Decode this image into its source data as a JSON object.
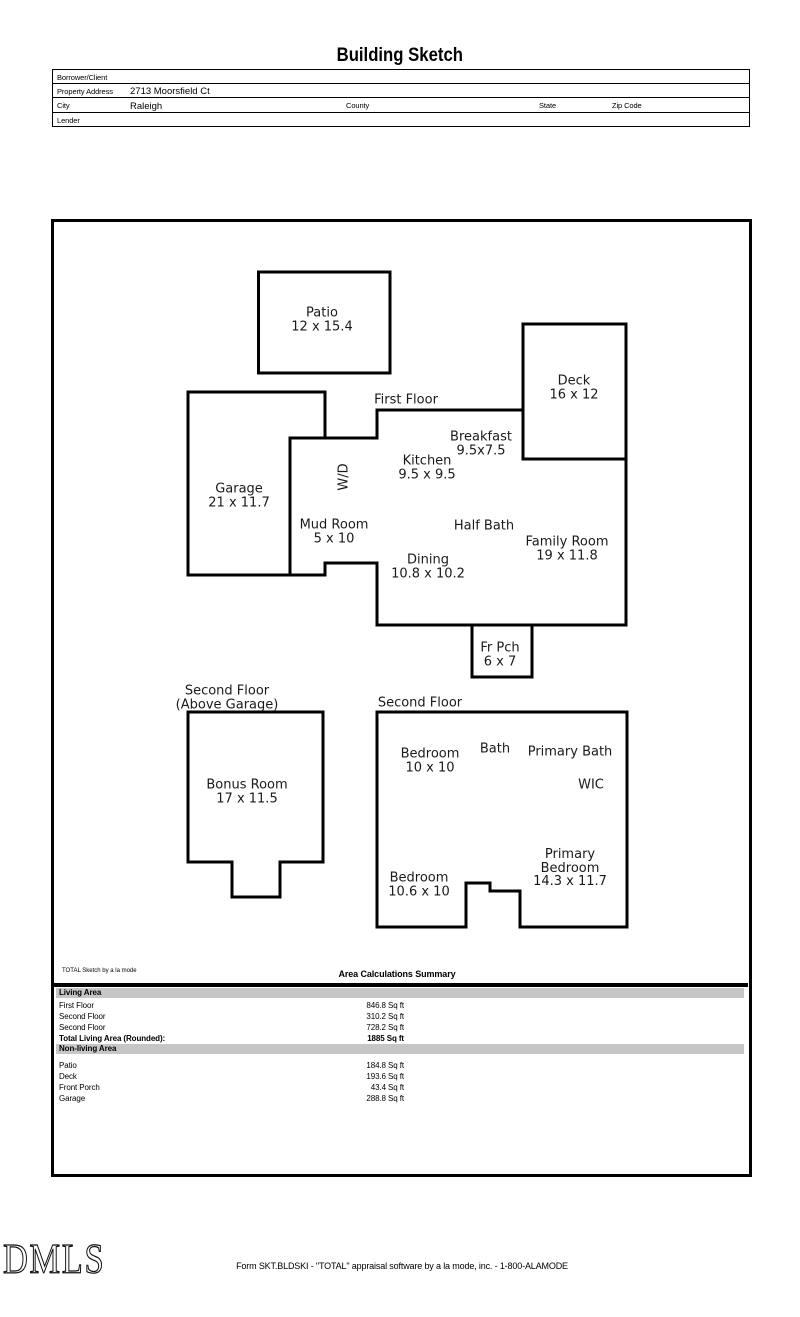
{
  "page": {
    "title": "Building Sketch"
  },
  "form": {
    "borrower_label": "Borrower/Client",
    "property_address_label": "Property Address",
    "property_address_value": "2713 Moorsfield Ct",
    "city_label": "City",
    "city_value": "Raleigh",
    "county_label": "County",
    "state_label": "State",
    "zip_label": "Zip Code",
    "lender_label": "Lender"
  },
  "sketch": {
    "labels": [
      {
        "id": "patio",
        "line1": "Patio",
        "line2": "12 x 15.4"
      },
      {
        "id": "deck",
        "line1": "Deck",
        "line2": "16 x 12"
      },
      {
        "id": "first-floor",
        "line1": "First Floor"
      },
      {
        "id": "garage",
        "line1": "Garage",
        "line2": "21 x 11.7"
      },
      {
        "id": "washer-dryer",
        "line1": "W/D"
      },
      {
        "id": "mud-room",
        "line1": "Mud Room",
        "line2": "5 x 10"
      },
      {
        "id": "kitchen",
        "line1": "Kitchen",
        "line2": "9.5 x 9.5"
      },
      {
        "id": "breakfast",
        "line1": "Breakfast",
        "line2": "9.5x7.5"
      },
      {
        "id": "half-bath",
        "line1": "Half Bath"
      },
      {
        "id": "family-room",
        "line1": "Family Room",
        "line2": "19 x 11.8"
      },
      {
        "id": "dining",
        "line1": "Dining",
        "line2": "10.8 x 10.2"
      },
      {
        "id": "front-porch",
        "line1": "Fr Pch",
        "line2": "6 x 7"
      },
      {
        "id": "second-floor-above-garage",
        "line1": "Second Floor",
        "line2": "(Above Garage)"
      },
      {
        "id": "bonus-room",
        "line1": "Bonus Room",
        "line2": "17 x 11.5"
      },
      {
        "id": "second-floor",
        "line1": "Second Floor"
      },
      {
        "id": "bedroom-1",
        "line1": "Bedroom",
        "line2": "10 x 10"
      },
      {
        "id": "bath",
        "line1": "Bath"
      },
      {
        "id": "primary-bath",
        "line1": "Primary Bath"
      },
      {
        "id": "wic",
        "line1": "WIC"
      },
      {
        "id": "primary-bedroom",
        "line1": "Primary",
        "line2": "Bedroom",
        "line3": "14.3 x 11.7"
      },
      {
        "id": "bedroom-2",
        "line1": "Bedroom",
        "line2": "10.6 x 10"
      }
    ]
  },
  "area_summary": {
    "watermark": "TOTAL Sketch by a la mode",
    "title": "Area Calculations Summary",
    "living": {
      "header": "Living Area",
      "rows": [
        {
          "label": "First Floor",
          "value": "846.8 Sq ft"
        },
        {
          "label": "Second Floor",
          "value": "310.2 Sq ft"
        },
        {
          "label": "Second Floor",
          "value": "728.2 Sq ft"
        }
      ],
      "total_label": "Total Living Area (Rounded):",
      "total_value": "1885 Sq ft"
    },
    "nonliving": {
      "header": "Non-living Area",
      "rows": [
        {
          "label": "Patio",
          "value": "184.8 Sq ft"
        },
        {
          "label": "Deck",
          "value": "193.6 Sq ft"
        },
        {
          "label": "Front Porch",
          "value": "43.4 Sq ft"
        },
        {
          "label": "Garage",
          "value": "288.8 Sq ft"
        }
      ]
    }
  },
  "footer": {
    "logo_text": "DMLS",
    "form_id_line": "Form SKT.BLDSKI - \"TOTAL\" appraisal software by a la mode, inc. - 1-800-ALAMODE"
  }
}
